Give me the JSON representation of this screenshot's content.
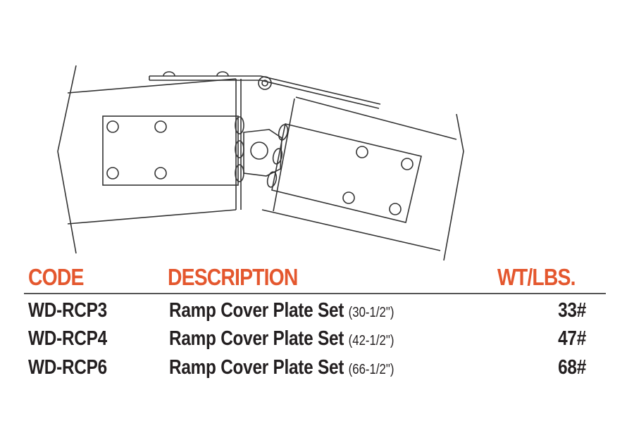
{
  "headers": {
    "code": "CODE",
    "description": "DESCRIPTION",
    "weight": "WT/LBS."
  },
  "rows": [
    {
      "code": "WD-RCP3",
      "description": "Ramp Cover Plate Set",
      "size": "(30-1/2\")",
      "weight": "33#"
    },
    {
      "code": "WD-RCP4",
      "description": "Ramp Cover Plate Set",
      "size": "(42-1/2\")",
      "weight": "47#"
    },
    {
      "code": "WD-RCP6",
      "description": "Ramp Cover Plate Set",
      "size": "(66-1/2\")",
      "weight": "68#"
    }
  ],
  "colors": {
    "header": "#e4572e",
    "text": "#231f20",
    "line": "#555555"
  }
}
